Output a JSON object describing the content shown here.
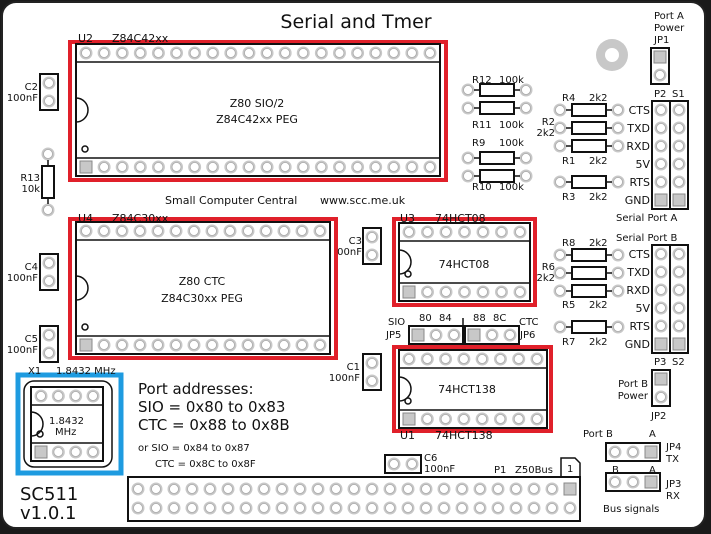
{
  "title": "Serial and Tmer",
  "credit": {
    "company": "Small Computer Central",
    "url": "www.scc.me.uk"
  },
  "board": {
    "name": "SC511",
    "version": "v1.0.1"
  },
  "colors": {
    "highlight_ic": "#e0202a",
    "highlight_crystal": "#1e9be0",
    "board": "#ffffff",
    "pad": "#c8c8c8",
    "outline": "#111111"
  },
  "ics": {
    "u2": {
      "ref": "U2",
      "part": "Z84C42xx",
      "line1": "Z80 SIO/2",
      "line2": "Z84C42xx PEG",
      "pins": 40
    },
    "u4": {
      "ref": "U4",
      "part": "Z84C30xx",
      "line1": "Z80 CTC",
      "line2": "Z84C30xx PEG",
      "pins": 28
    },
    "u3": {
      "ref": "U3",
      "part": "74HCT08",
      "line1": "74HCT08",
      "pins": 14
    },
    "u1": {
      "ref": "U1",
      "part": "74HCT138",
      "line1": "74HCT138",
      "pins": 16
    },
    "x1": {
      "ref": "X1",
      "part": "1.8432 MHz",
      "line1": "1.8432",
      "line2": "MHz",
      "pins": 8
    }
  },
  "capacitors": {
    "c1": {
      "ref": "C1",
      "value": "100nF"
    },
    "c2": {
      "ref": "C2",
      "value": "100nF"
    },
    "c3": {
      "ref": "C3",
      "value": "00nF"
    },
    "c4": {
      "ref": "C4",
      "value": "100nF"
    },
    "c5": {
      "ref": "C5",
      "value": "100nF"
    },
    "c6": {
      "ref": "C6",
      "value": "100nF"
    }
  },
  "resistors": {
    "r1": {
      "ref": "R1",
      "value": "2k2"
    },
    "r2": {
      "ref": "R2",
      "value": "2k2"
    },
    "r3": {
      "ref": "R3",
      "value": "2k2"
    },
    "r4": {
      "ref": "R4",
      "value": "2k2"
    },
    "r5": {
      "ref": "R5",
      "value": "2k2"
    },
    "r6": {
      "ref": "R6",
      "value": "2k2"
    },
    "r7": {
      "ref": "R7",
      "value": "2k2"
    },
    "r8": {
      "ref": "R8",
      "value": "2k2"
    },
    "r9": {
      "ref": "R9",
      "value": "100k"
    },
    "r10": {
      "ref": "R10",
      "value": "100k"
    },
    "r11": {
      "ref": "R11",
      "value": "100k"
    },
    "r12": {
      "ref": "R12",
      "value": "100k"
    },
    "r13": {
      "ref": "R13",
      "value": "10k"
    }
  },
  "serial_port_a": {
    "label": "Serial Port A",
    "header": "P2",
    "alt": "S1",
    "signals": [
      "CTS",
      "TXD",
      "RXD",
      "5V",
      "RTS",
      "GND"
    ]
  },
  "serial_port_b": {
    "label": "Serial Port B",
    "header": "P3",
    "alt": "S2",
    "signals": [
      "CTS",
      "TXD",
      "RXD",
      "5V",
      "RTS",
      "GND"
    ]
  },
  "jumpers": {
    "jp1": {
      "ref": "JP1",
      "line1": "Port A",
      "line2": "Power"
    },
    "jp2": {
      "ref": "JP2",
      "line1": "Port B",
      "line2": "Power"
    },
    "jp3": {
      "ref": "JP3",
      "sub": "RX",
      "left": "B",
      "right": "A"
    },
    "jp4": {
      "ref": "JP4",
      "sub": "TX",
      "left": "Port B",
      "right": "A"
    },
    "jp5": {
      "ref": "JP5",
      "sub": "SIO",
      "a": "80",
      "b": "84"
    },
    "jp6": {
      "ref": "JP6",
      "sub": "CTC",
      "a": "88",
      "b": "8C"
    },
    "bus_signals": "Bus signals"
  },
  "bus": {
    "ref": "P1",
    "name": "Z50Bus",
    "pin1": "1",
    "pins_per_row": 25
  },
  "notes": {
    "heading": "Port addresses:",
    "line1": "SIO = 0x80 to 0x83",
    "line2": "CTC = 0x88 to 0x8B",
    "line3": "or SIO = 0x84 to 0x87",
    "line4": "CTC = 0x8C to 0x8F"
  }
}
